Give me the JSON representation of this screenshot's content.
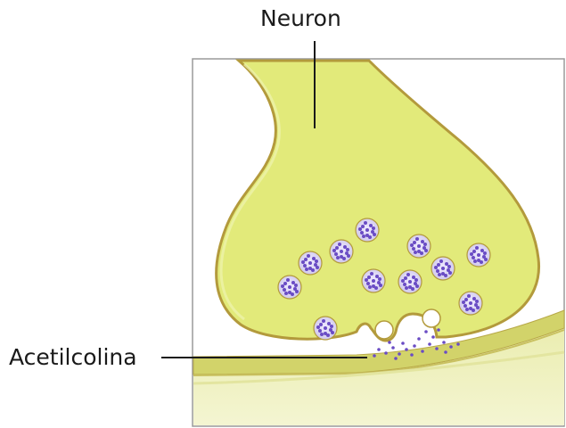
{
  "labels": {
    "neuron": "Neuron",
    "acetylcholine": "Acetilcolina"
  },
  "colors": {
    "neuron_fill": "#e2ea7a",
    "neuron_outline": "#b39a3c",
    "membrane_fill": "#cfd06a",
    "muscle_fill": "#eef0b8",
    "vesicle_fill": "#d7d2f0",
    "vesicle_dots": "#6a4cc4",
    "frame": "#9a9a9a"
  },
  "icons": [
    "synaptic-vesicle",
    "neurotransmitter-particle"
  ]
}
